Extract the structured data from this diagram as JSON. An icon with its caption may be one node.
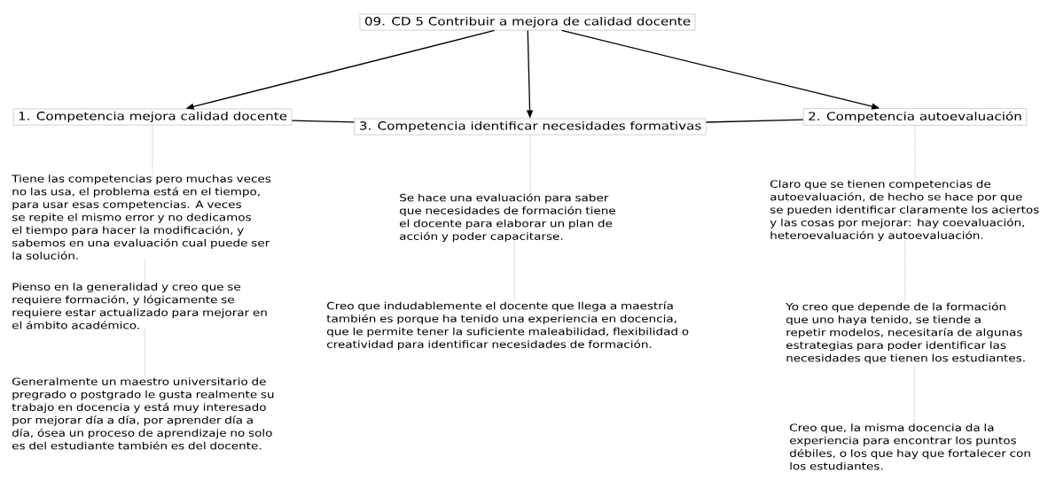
{
  "diagram": {
    "nodes": [
      {
        "text": [
          "09. CD 5 Contribuir a mejora de calidad docente"
        ]
      },
      {
        "text": [
          "1. Competencia mejora calidad docente"
        ]
      },
      {
        "text": [
          "3. Competencia identificar necesidades formativas"
        ]
      },
      {
        "text": [
          "2. Competencia autoevaluación"
        ]
      },
      {
        "text": [
          "Tiene las competencias pero muchas veces no las usa, el problema está en el tiempo, para usar esas competencias. A veces se repite el mismo error y no dedicamos el tiempo para hacer la modificación, y sabemos en una evaluación cual puede ser la solución."
        ]
      },
      {
        "text": [
          "Pienso en la generalidad y creo que se requiere formación, y lógicamente se requiere estar actualizado para mejorar en el ámbito académico."
        ]
      },
      {
        "text": [
          "Generalmente un maestro universitario de pregrado o postgrado le gusta realmente su trabajo en docencia y está muy interesado por mejorar día a día, por aprender día a día, ósea un proceso de aprendizaje no solo es del estudiante también es del docente."
        ]
      },
      {
        "text": [
          "Se hace una evaluación para saber que necesidades de formación tiene el docente para elaborar un plan de acción  y poder capacitarse."
        ]
      },
      {
        "text": [
          "Creo que indudablemente el docente que llega a maestría también es porque ha tenido una experiencia en docencia, que le permite tener la suficiente maleabilidad, flexibilidad o creatividad para identificar necesidades de formación."
        ]
      },
      {
        "text": [
          "Claro que se tienen competencias de autoevaluación, de hecho se hace por que se pueden identificar claramente los aciertos y las cosas por mejorar: hay coevaluación, heteroevaluación y autoevaluación."
        ]
      },
      {
        "text": [
          "Yo creo que depende de la formación que uno haya tenido, se tiende a repetir modelos, necesitaría de algunas estrategias para poder identificar las necesidades que tienen los estudiantes."
        ]
      },
      {
        "text": [
          "Creo que, la misma docencia da la experiencia para encontrar los puntos débiles, o los que hay que fortalecer con los estudiantes."
        ]
      }
    ],
    "edges": [
      {
        "from": 0,
        "to": 1,
        "arrow": "to",
        "color": "#000000"
      },
      {
        "from": 0,
        "to": 2,
        "arrow": "to",
        "color": "#000000"
      },
      {
        "from": 0,
        "to": 3,
        "arrow": "to",
        "color": "#000000"
      },
      {
        "from": 1,
        "to": 2,
        "arrow": "none",
        "color": "#000000"
      },
      {
        "from": 2,
        "to": 3,
        "arrow": "none",
        "color": "#000000"
      },
      {
        "from": 1,
        "to": 4,
        "arrow": "none",
        "style": "dashed"
      },
      {
        "from": 4,
        "to": 5,
        "arrow": "none",
        "style": "dashed"
      },
      {
        "from": 5,
        "to": 6,
        "arrow": "none",
        "style": "dashed"
      },
      {
        "from": 2,
        "to": 7,
        "arrow": "none",
        "style": "dashed"
      },
      {
        "from": 7,
        "to": 8,
        "arrow": "none",
        "style": "dashed"
      },
      {
        "from": 3,
        "to": 9,
        "arrow": "none",
        "style": "dashed"
      },
      {
        "from": 9,
        "to": 10,
        "arrow": "none",
        "style": "dashed"
      },
      {
        "from": 10,
        "to": 11,
        "arrow": "none",
        "style": "dashed"
      }
    ]
  }
}
